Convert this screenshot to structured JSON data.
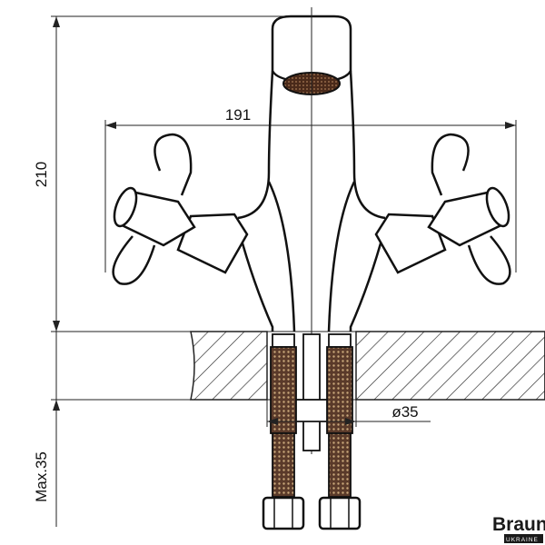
{
  "dimensions": {
    "height_total": "210",
    "width_spread": "191",
    "hole_diameter": "ø35",
    "max_thickness": "Max.35"
  },
  "logo": {
    "brand": "Brauni",
    "sub": "UKRAINE"
  }
}
